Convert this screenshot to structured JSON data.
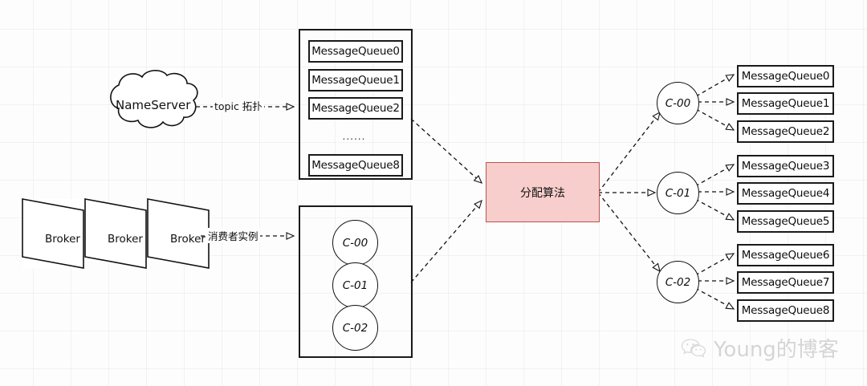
{
  "diagram": {
    "title": "RocketMQ consumer queue allocation diagram",
    "background": {
      "color": "#fdfdfd",
      "grid_color": "#f0f0f0",
      "grid_size": 47
    },
    "nameserver": {
      "label": "NameServer",
      "shape": "cloud"
    },
    "brokers": [
      {
        "label": "Broker"
      },
      {
        "label": "Broker"
      },
      {
        "label": "Broker"
      }
    ],
    "edges": {
      "topic_label": "topic 拓扑",
      "consumer_label": "消费者实例"
    },
    "queue_container": {
      "items": [
        {
          "label": "MessageQueue0"
        },
        {
          "label": "MessageQueue1"
        },
        {
          "label": "MessageQueue2"
        }
      ],
      "ellipsis": "......",
      "last": {
        "label": "MessageQueue8"
      }
    },
    "consumer_container": {
      "items": [
        {
          "label": "C-00"
        },
        {
          "label": "C-01"
        },
        {
          "label": "C-02"
        }
      ]
    },
    "algorithm": {
      "label": "分配算法",
      "fill": "#f8cecc",
      "stroke": "#b85450"
    },
    "allocation": [
      {
        "consumer": "C-00",
        "queues": [
          {
            "label": "MessageQueue0"
          },
          {
            "label": "MessageQueue1"
          },
          {
            "label": "MessageQueue2"
          }
        ]
      },
      {
        "consumer": "C-01",
        "queues": [
          {
            "label": "MessageQueue3"
          },
          {
            "label": "MessageQueue4"
          },
          {
            "label": "MessageQueue5"
          }
        ]
      },
      {
        "consumer": "C-02",
        "queues": [
          {
            "label": "MessageQueue6"
          },
          {
            "label": "MessageQueue7"
          },
          {
            "label": "MessageQueue8"
          }
        ]
      }
    ],
    "watermark": {
      "text": "Young的博客",
      "icon": "wechat-icon",
      "color": "#7a7a7a"
    }
  }
}
